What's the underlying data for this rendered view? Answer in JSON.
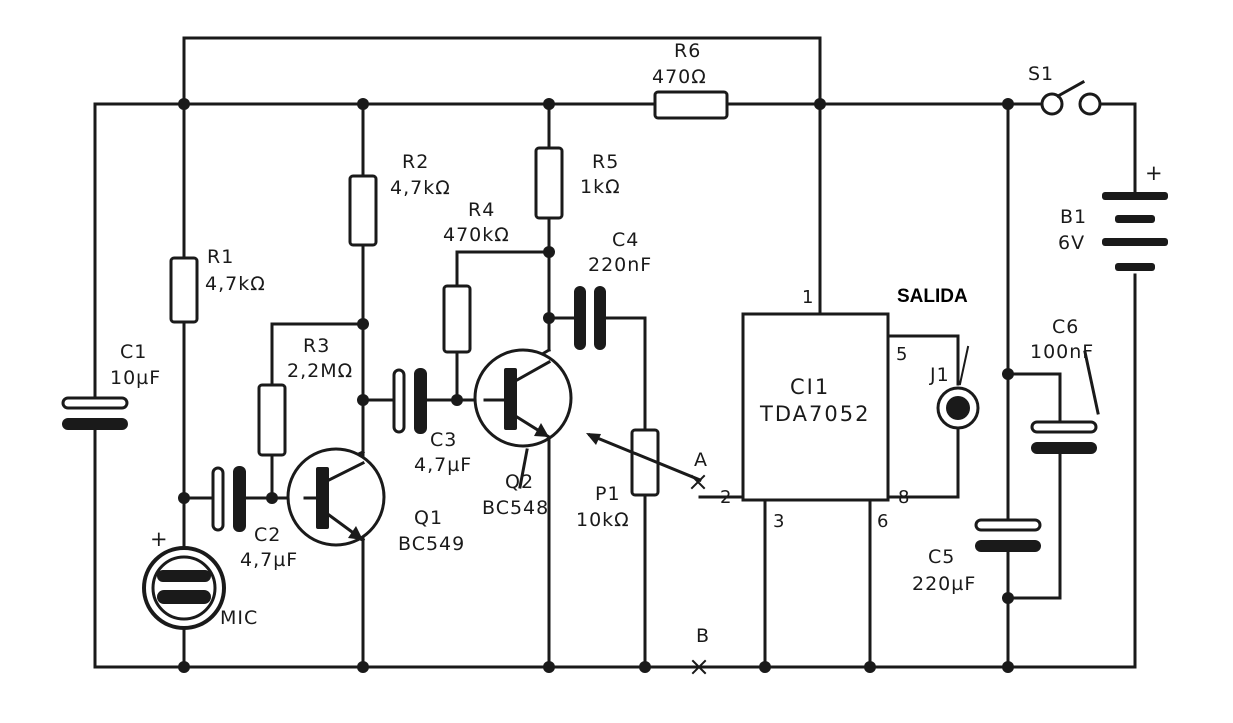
{
  "components": {
    "r1": {
      "ref": "R1",
      "value": "4,7kΩ"
    },
    "r2": {
      "ref": "R2",
      "value": "4,7kΩ"
    },
    "r3": {
      "ref": "R3",
      "value": "2,2MΩ"
    },
    "r4": {
      "ref": "R4",
      "value": "470kΩ"
    },
    "r5": {
      "ref": "R5",
      "value": "1kΩ"
    },
    "r6": {
      "ref": "R6",
      "value": "470Ω"
    },
    "c1": {
      "ref": "C1",
      "value": "10µF"
    },
    "c2": {
      "ref": "C2",
      "value": "4,7µF"
    },
    "c3": {
      "ref": "C3",
      "value": "4,7µF"
    },
    "c4": {
      "ref": "C4",
      "value": "220nF"
    },
    "c5": {
      "ref": "C5",
      "value": "220µF"
    },
    "c6": {
      "ref": "C6",
      "value": "100nF"
    },
    "q1": {
      "ref": "Q1",
      "value": "BC549"
    },
    "q2": {
      "ref": "Q2",
      "value": "BC548"
    },
    "p1": {
      "ref": "P1",
      "value": "10kΩ"
    },
    "s1": {
      "ref": "S1"
    },
    "b1": {
      "ref": "B1",
      "value": "6V"
    },
    "j1": {
      "ref": "J1"
    },
    "mic": {
      "label": "MIC"
    },
    "ic": {
      "ref": "CI1",
      "value": "TDA7052",
      "pins": [
        "1",
        "5",
        "2",
        "8",
        "3",
        "6"
      ]
    }
  },
  "nodes": {
    "a": "A",
    "b": "B"
  },
  "output_label": "SALIDA",
  "polarity": {
    "plus": "+"
  }
}
